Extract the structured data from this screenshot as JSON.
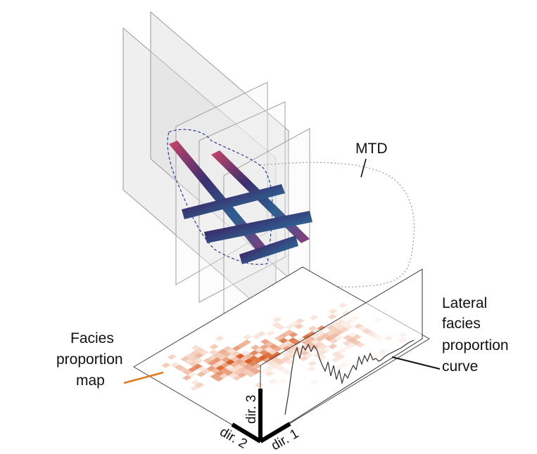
{
  "figure": {
    "labels": {
      "mtd": "MTD",
      "lateral_curve": [
        "Lateral",
        "facies",
        "proportion",
        "curve"
      ],
      "proportion_map": [
        "Facies",
        "proportion",
        "map"
      ]
    },
    "axes": {
      "dir1": "dir. 1",
      "dir2": "dir. 2",
      "dir3": "dir. 3"
    },
    "colors": {
      "map_cell": "#d8571c",
      "leader_orange": "#e07a1f",
      "mtd_outline": "#2a3a8c",
      "slice_colors": [
        "#3a2f6e",
        "#8a3a7c",
        "#c8446a",
        "#5a8a3a",
        "#2f5f8f"
      ]
    }
  }
}
